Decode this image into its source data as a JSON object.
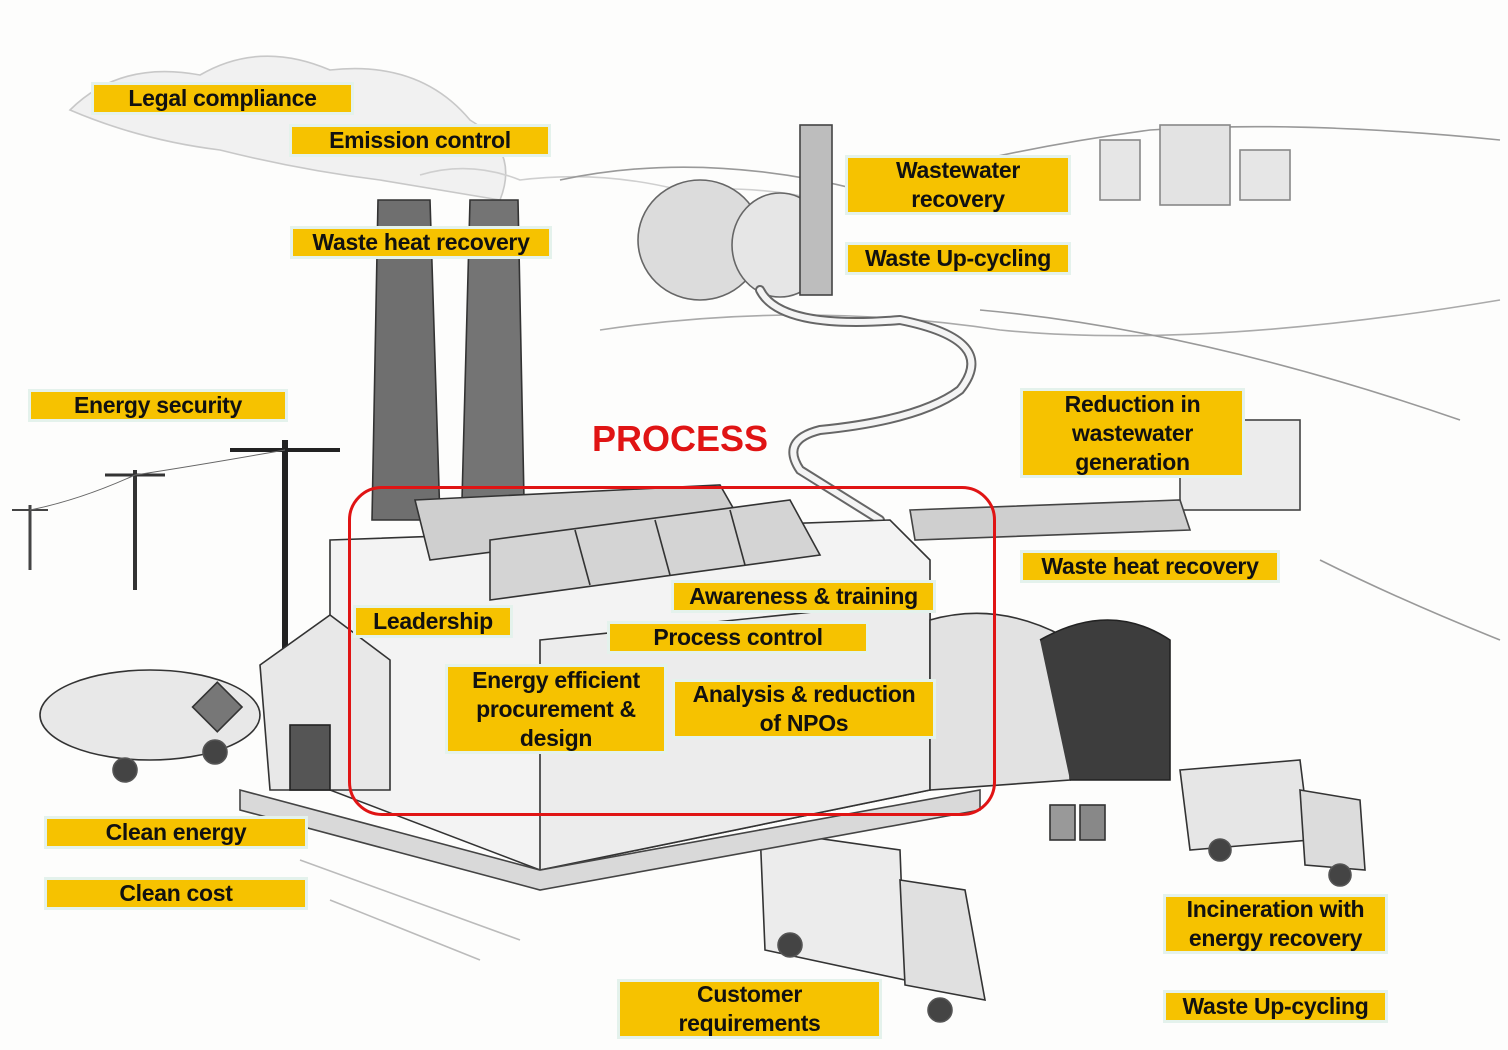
{
  "title": "PROCESS",
  "accent_color": "#e01414",
  "label_color": "#f6c200",
  "labels": {
    "legal_compliance": "Legal compliance",
    "emission_control": "Emission control",
    "waste_heat_recovery_stack": "Waste heat recovery",
    "wastewater_recovery": "Wastewater\nrecovery",
    "waste_upcycling_top": "Waste Up-cycling",
    "energy_security": "Energy security",
    "reduction_wastewater": "Reduction in\nwastewater\ngeneration",
    "waste_heat_recovery_right": "Waste heat recovery",
    "awareness_training": "Awareness & training",
    "leadership": "Leadership",
    "process_control": "Process control",
    "energy_efficient": "Energy efficient\nprocurement &\ndesign",
    "analysis_reduction": "Analysis & reduction\nof NPOs",
    "clean_energy": "Clean energy",
    "clean_cost": "Clean cost",
    "incineration": "Incineration with\nenergy recovery",
    "customer_requirements": "Customer\nrequirements",
    "waste_upcycling_bottom": "Waste Up-cycling"
  }
}
